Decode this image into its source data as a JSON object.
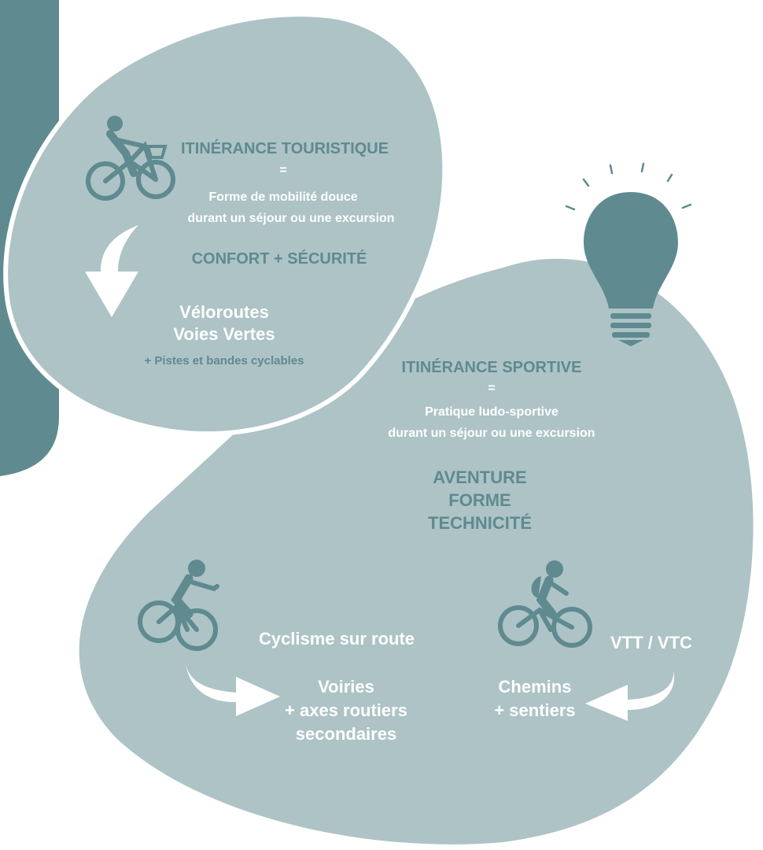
{
  "colors": {
    "blob": "#adc3c6",
    "accent": "#5f8a90",
    "dark_bar": "#5f8a90",
    "white": "#ffffff"
  },
  "icons": {
    "tourist_cyclist": "bicycle-with-basket-icon",
    "down_arrow": "curved-down-arrow-icon",
    "lightbulb": "lightbulb-icon",
    "road_cyclist": "road-cyclist-icon",
    "mtb_cyclist": "mountain-biker-icon",
    "right_arrow": "curved-right-arrow-icon",
    "left_arrow": "curved-left-arrow-icon"
  },
  "touristique": {
    "title": "ITINÉRANCE TOURISTIQUE",
    "equals": "=",
    "def_line1": "Forme de mobilité douce",
    "def_line2": "durant un séjour ou une excursion",
    "values": "CONFORT + SÉCURITÉ",
    "infra_line1": "Véloroutes",
    "infra_line2": "Voies Vertes",
    "infra_extra": "+ Pistes et bandes cyclables"
  },
  "sportive": {
    "title": "ITINÉRANCE SPORTIVE",
    "equals": "=",
    "def_line1": "Pratique ludo-sportive",
    "def_line2": "durant un séjour ou une excursion",
    "values": [
      "AVENTURE",
      "FORME",
      "TECHNICITÉ"
    ],
    "road": {
      "label": "Cyclisme sur route",
      "infra": [
        "Voiries",
        "+ axes routiers",
        "secondaires"
      ]
    },
    "mtb": {
      "label": "VTT / VTC",
      "infra": [
        "Chemins",
        "+ sentiers"
      ]
    }
  }
}
